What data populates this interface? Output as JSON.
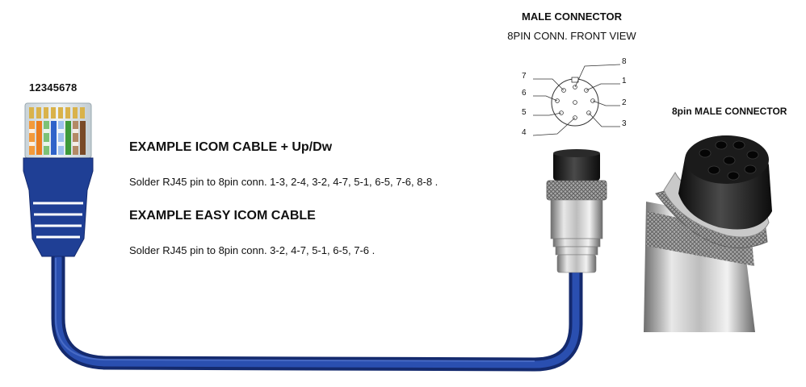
{
  "rj45": {
    "pin_numbers": "12345678"
  },
  "connector_header": {
    "title": "MALE CONNECTOR",
    "subtitle": "8PIN CONN. FRONT VIEW"
  },
  "pinout": {
    "pins": [
      "1",
      "2",
      "3",
      "4",
      "5",
      "6",
      "7",
      "8"
    ]
  },
  "photo_label": "8pin MALE CONNECTOR",
  "cable1": {
    "title": "EXAMPLE ICOM CABLE + Up/Dw",
    "text": "Solder RJ45 pin to 8pin conn. 1-3, 2-4, 3-2, 4-7, 5-1, 6-5, 7-6, 8-8 ."
  },
  "cable2": {
    "title": "EXAMPLE EASY ICOM CABLE",
    "text": "Solder RJ45 pin to 8pin conn. 3-2, 4-7, 5-1, 6-5, 7-6 ."
  },
  "colors": {
    "cable_blue": "#1f3f95",
    "cable_dark": "#142a6e",
    "metal": "#b8b8b8",
    "connector_black": "#1a1a1a"
  }
}
